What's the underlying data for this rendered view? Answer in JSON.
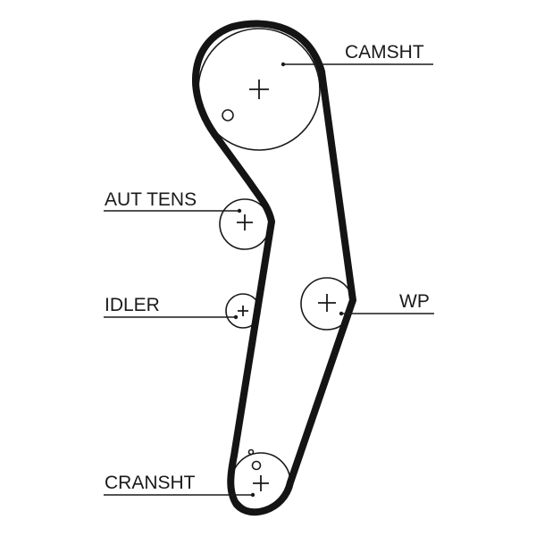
{
  "labels": {
    "camshaft": "CAMSHT",
    "auto_tensioner": "AUT TENS",
    "idler": "IDLER",
    "water_pump": "WP",
    "crankshaft": "CRANSHT"
  }
}
